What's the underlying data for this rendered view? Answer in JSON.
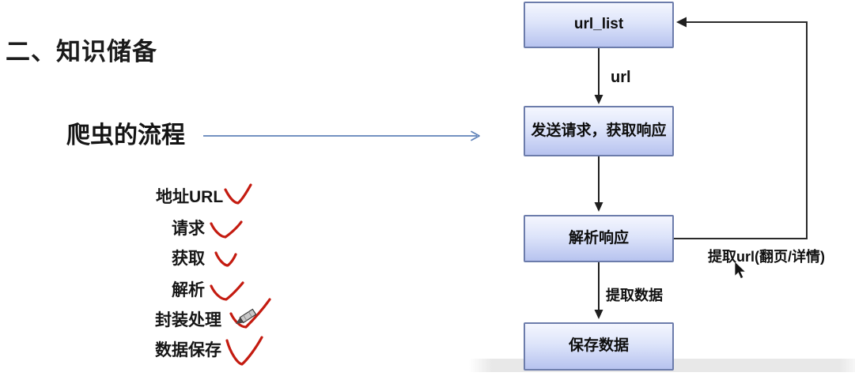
{
  "heading": {
    "title": "二、知识储备"
  },
  "lead": {
    "label": "爬虫的流程"
  },
  "checklist": {
    "items": [
      {
        "label": "地址URL",
        "checked": true
      },
      {
        "label": "请求",
        "checked": true
      },
      {
        "label": "获取",
        "checked": true
      },
      {
        "label": "解析",
        "checked": true
      },
      {
        "label": "封装处理",
        "checked": true
      },
      {
        "label": "数据保存",
        "checked": true
      }
    ],
    "checkmark_color": "#c41b10"
  },
  "flowchart": {
    "nodes": [
      {
        "id": "url_list",
        "label": "url_list"
      },
      {
        "id": "send_request",
        "label": "发送请求，获取响应"
      },
      {
        "id": "parse_response",
        "label": "解析响应"
      },
      {
        "id": "save_data",
        "label": "保存数据"
      }
    ],
    "edges": [
      {
        "from": "url_list",
        "to": "send_request",
        "label": "url"
      },
      {
        "from": "send_request",
        "to": "parse_response",
        "label": ""
      },
      {
        "from": "parse_response",
        "to": "save_data",
        "label": "提取数据"
      },
      {
        "from": "parse_response",
        "to": "url_list",
        "label": "提取url(翻页/详情)"
      }
    ],
    "node_fill_top": "#f4f6fe",
    "node_fill_bottom": "#b7c3ef",
    "node_border_color": "#6c7cab",
    "connector_color": "#1f1f1f",
    "lead_arrow_color": "#5f82b8"
  },
  "cursors": {
    "mouse_pointer": "arrow-pointer",
    "annotation_pen": "pencil"
  }
}
